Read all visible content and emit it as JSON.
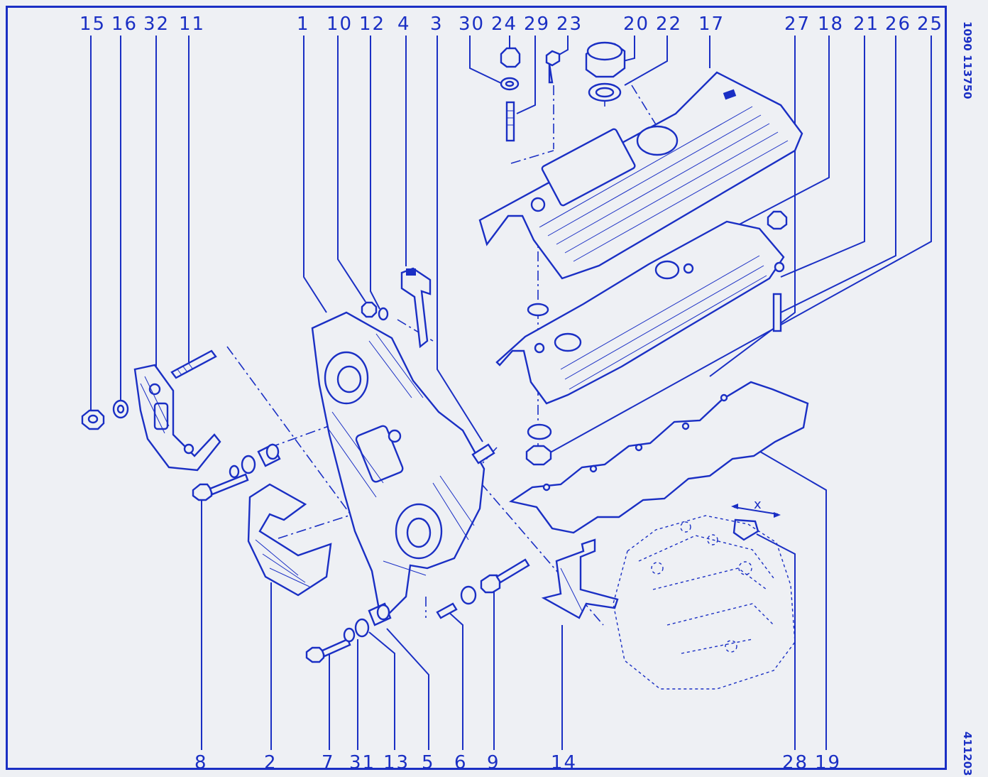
{
  "diagram": {
    "side_code_top": "1090  113750",
    "side_code_bottom": "411203",
    "top_labels": [
      "15",
      "16",
      "32",
      "11",
      "1",
      "10",
      "12",
      "4",
      "3",
      "30",
      "24",
      "29",
      "23",
      "20",
      "22",
      "17",
      "27",
      "18",
      "21",
      "26",
      "25"
    ],
    "bottom_labels": [
      "8",
      "2",
      "7",
      "31",
      "13",
      "5",
      "6",
      "9",
      "14",
      "28",
      "19"
    ],
    "dimension_mark": "x",
    "line_color": "#1a2fc4",
    "paper_color": "#eef0f4"
  }
}
